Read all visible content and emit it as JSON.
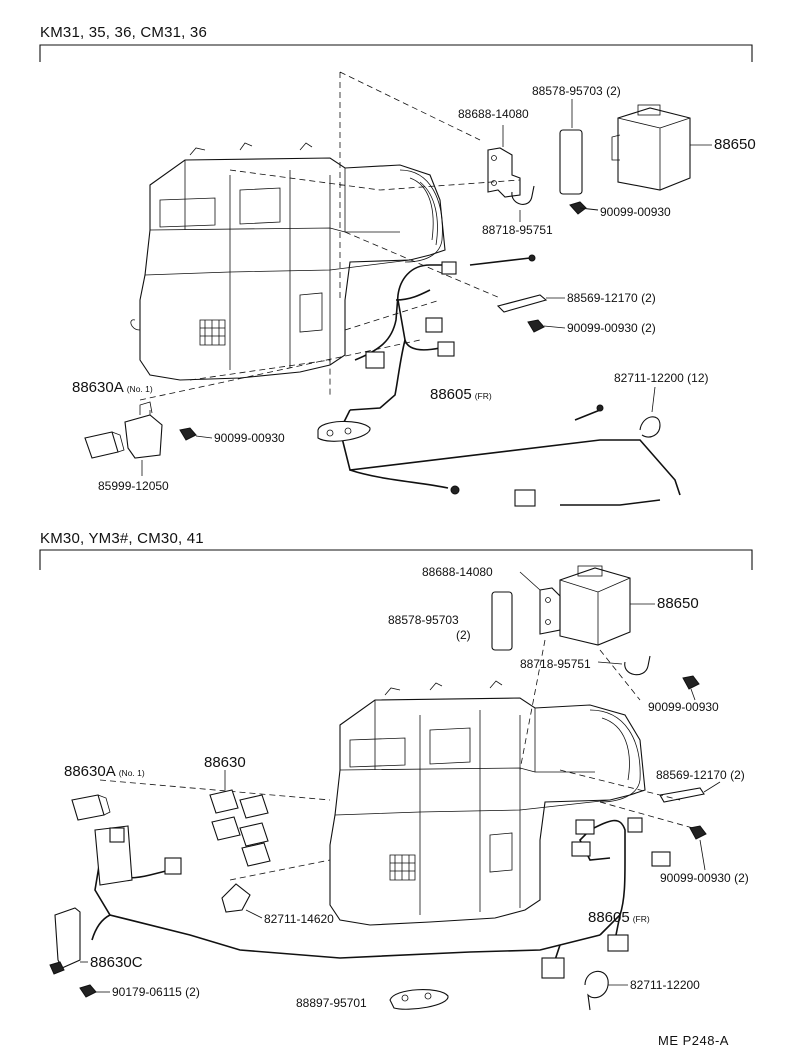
{
  "sections": [
    {
      "header": "KM31, 35, 36, CM31, 36",
      "labels": {
        "p88688": "88688-14080",
        "p88578": "88578-95703 (2)",
        "p88650": "88650",
        "p88718": "88718-95751",
        "p90099a": "90099-00930",
        "p88569": "88569-12170 (2)",
        "p90099b": "90099-00930 (2)",
        "p88630a": "88630A",
        "p88630a_sub": "(No. 1)",
        "p90099c": "90099-00930",
        "p85999": "85999-12050",
        "p88605": "88605",
        "p88605_sub": "(FR)",
        "p82711": "82711-12200 (12)"
      }
    },
    {
      "header": "KM30,  YM3#,  CM30,  41",
      "labels": {
        "p88688": "88688-14080",
        "p88578": "88578-95703",
        "p88578_qty": "(2)",
        "p88650": "88650",
        "p88718": "88718-95751",
        "p90099a": "90099-00930",
        "p88569": "88569-12170 (2)",
        "p90099b": "90099-00930 (2)",
        "p88630a": "88630A",
        "p88630a_sub": "(No. 1)",
        "p88630": "88630",
        "p82711a": "82711-14620",
        "p88605": "88605",
        "p88605_sub": "(FR)",
        "p88630c": "88630C",
        "p90179": "90179-06115 (2)",
        "p82711b": "82711-12200",
        "p88897": "88897-95701"
      }
    }
  ],
  "footer_code": "ME  P248-A"
}
